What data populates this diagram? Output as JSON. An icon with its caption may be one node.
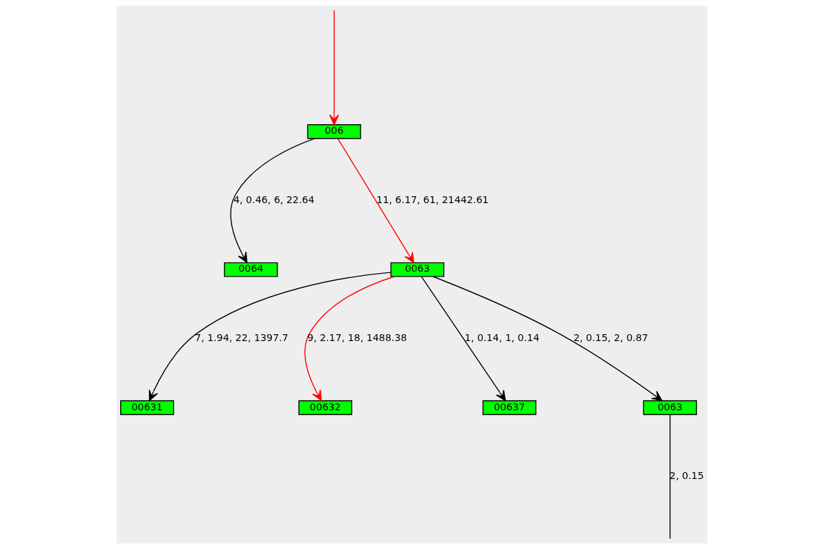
{
  "diagram": {
    "nodes": [
      {
        "text": [
          "006"
        ]
      },
      {
        "text": [
          "0064"
        ]
      },
      {
        "text": [
          "0063"
        ]
      },
      {
        "text": [
          "00631"
        ]
      },
      {
        "text": [
          "00632"
        ]
      },
      {
        "text": [
          "00637"
        ]
      },
      {
        "text": [
          "0063"
        ]
      }
    ],
    "edges": [
      {
        "from": null,
        "to": 0,
        "arrow": "to",
        "color": "#ff0000"
      },
      {
        "from": 0,
        "to": 1,
        "arrow": "to",
        "label": "4, 0.46, 6, 22.64"
      },
      {
        "from": 0,
        "to": 2,
        "arrow": "to",
        "label": "11, 6.17, 61, 21442.61",
        "color": "#ff0000"
      },
      {
        "from": 2,
        "to": 3,
        "arrow": "to",
        "label": "7, 1.94, 22, 1397.7"
      },
      {
        "from": 2,
        "to": 4,
        "arrow": "to",
        "label": "9, 2.17, 18, 1488.38",
        "color": "#ff0000"
      },
      {
        "from": 2,
        "to": 5,
        "arrow": "to",
        "label": "1, 0.14, 1, 0.14"
      },
      {
        "from": 2,
        "to": 6,
        "arrow": "to",
        "label": "2, 0.15, 2, 0.87"
      },
      {
        "from": 6,
        "to": null,
        "arrow": "none",
        "label": "2, 0.15"
      }
    ]
  }
}
